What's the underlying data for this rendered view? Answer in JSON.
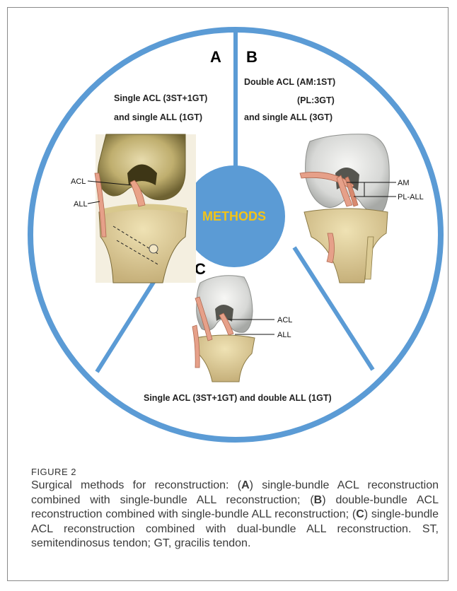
{
  "figure": {
    "center_label": "METHODS",
    "panels": [
      {
        "letter": "A",
        "title_lines": [
          "Single ACL (3ST+1GT)",
          "and single ALL (1GT)"
        ],
        "labels": [
          "ACL",
          "ALL"
        ]
      },
      {
        "letter": "B",
        "title_lines": [
          "Double ACL (AM:1ST)",
          "(PL:3GT)",
          "and single ALL (3GT)"
        ],
        "labels": [
          "AM",
          "PL-ALL"
        ]
      },
      {
        "letter": "C",
        "title_lines": [
          "Single ACL (3ST+1GT) and double ALL (1GT)"
        ],
        "labels": [
          "ACL",
          "ALL"
        ]
      }
    ],
    "colors": {
      "ring": "#5b9bd5",
      "center": "#5b9bd5",
      "center_text": "#f2c318"
    }
  },
  "caption": {
    "label": "FIGURE 2",
    "segments": [
      {
        "t": "Surgical methods for reconstruction: (",
        "b": false
      },
      {
        "t": "A",
        "b": true
      },
      {
        "t": ") single-bundle ACL reconstruction combined with single-bundle ALL reconstruction; (",
        "b": false
      },
      {
        "t": "B",
        "b": true
      },
      {
        "t": ") double-bundle ACL reconstruction combined with single-bundle ALL reconstruction; (",
        "b": false
      },
      {
        "t": "C",
        "b": true
      },
      {
        "t": ") single-bundle ACL reconstruction combined with dual-bundle ALL reconstruction. ST, semitendinosus tendon; GT, gracilis tendon.",
        "b": false
      }
    ]
  }
}
